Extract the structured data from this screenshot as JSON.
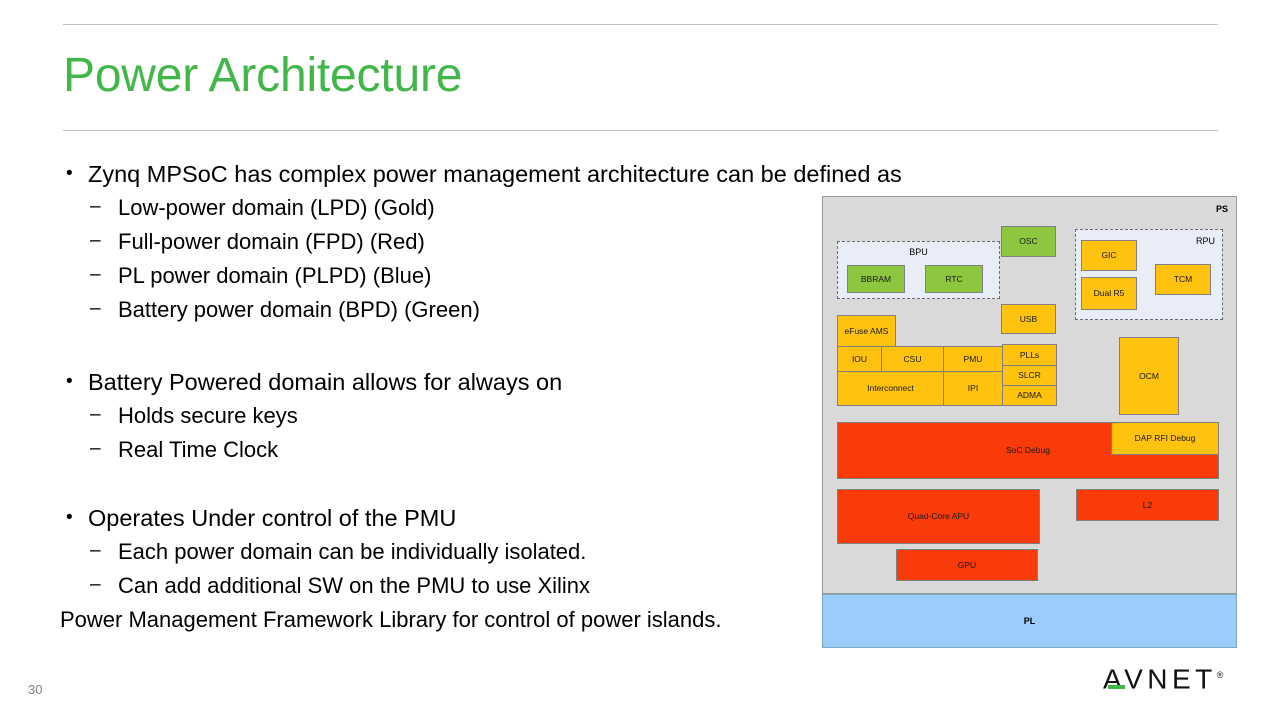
{
  "slide": {
    "title": "Power Architecture",
    "page_number": "30",
    "title_color": "#41b649"
  },
  "logo": {
    "word": "AVNET",
    "trademark": "®"
  },
  "bullets": [
    {
      "level": 1,
      "marker": "•",
      "text": "Zynq MPSoC has complex power management architecture can be defined as"
    },
    {
      "level": 2,
      "marker": "–",
      "text": "Low-power domain (LPD) (Gold)"
    },
    {
      "level": 2,
      "marker": "–",
      "text": "Full-power domain (FPD) (Red)"
    },
    {
      "level": 2,
      "marker": "–",
      "text": "PL power domain (PLPD) (Blue)"
    },
    {
      "level": 2,
      "marker": "–",
      "text": "Battery power domain (BPD) (Green)"
    },
    {
      "level": 1,
      "marker": "•",
      "text": "Battery Powered domain allows for always on"
    },
    {
      "level": 2,
      "marker": "–",
      "text": "Holds secure keys"
    },
    {
      "level": 2,
      "marker": "–",
      "text": "Real Time Clock"
    },
    {
      "level": 1,
      "marker": "•",
      "text": "Operates Under control of the PMU"
    },
    {
      "level": 2,
      "marker": "–",
      "text": "Each power domain can be individually isolated."
    },
    {
      "level": 2,
      "marker": "–",
      "text": "Can add additional SW on the PMU to use Xilinx",
      "continuation": "Power Management Framework Library for control of power islands."
    }
  ],
  "diagram": {
    "colors": {
      "gold": "#ffc20e",
      "green": "#8dc63f",
      "red": "#f93b09",
      "blue": "#9bccfa",
      "ps_background": "#d9d9d9",
      "group_background": "#e9edf7"
    },
    "regions": {
      "ps_label": "PS",
      "pl_label": "PL"
    },
    "groups": [
      {
        "label": "BPU"
      },
      {
        "label": "RPU"
      }
    ],
    "blocks": {
      "bbram": "BBRAM",
      "rtc": "RTC",
      "osc": "OSC",
      "gic": "GIC",
      "dual_r5": "Dual R5",
      "tcm": "TCM",
      "usb": "USB",
      "efuse_ams": "eFuse AMS",
      "iou": "IOU",
      "csu": "CSU",
      "pmu": "PMU",
      "plls": "PLLs",
      "slcr": "SLCR",
      "adma": "ADMA",
      "interconnect": "Interconnect",
      "ipi": "IPI",
      "ocm": "OCM",
      "soc_debug": "SoC Debug",
      "dap_rfi_debug": "DAP RFI Debug",
      "quad_core_apu": "Quad-Core APU",
      "l2": "L2",
      "gpu": "GPU"
    }
  }
}
